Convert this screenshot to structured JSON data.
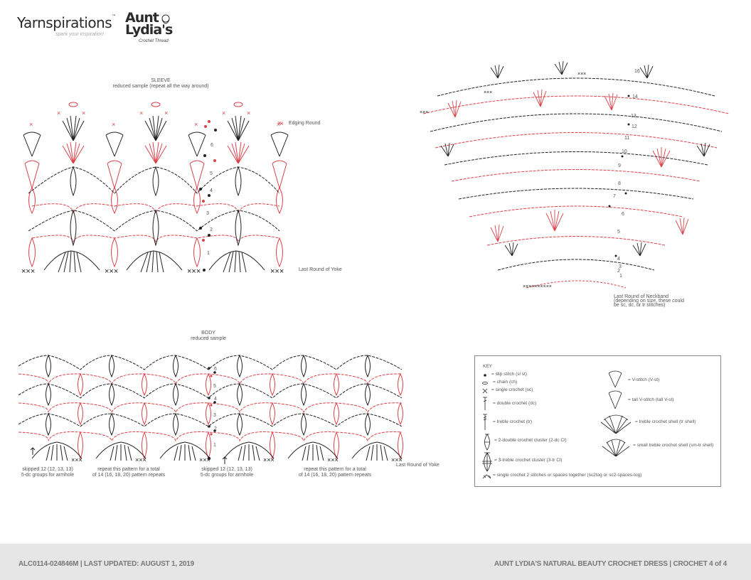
{
  "header": {
    "brand_yarnspirations": "Yarnspirations",
    "brand_tm": "™",
    "brand_tagline": "spark your inspiration!",
    "brand_aunt": "Aunt",
    "brand_lydias": "Lydia's",
    "brand_crochet_thread": "Crochet Thread"
  },
  "sleeve": {
    "title": "SLEEVE",
    "subtitle": "reduced sample (repeat all the way around)",
    "edging_label": "Edging Round",
    "last_round_label": "Last Round of Yoke",
    "round_numbers": [
      "1",
      "2",
      "3",
      "4",
      "5",
      "6"
    ]
  },
  "neckband": {
    "round_numbers": [
      "1",
      "2",
      "3",
      "4",
      "5",
      "6",
      "7",
      "8",
      "9",
      "10",
      "11",
      "12",
      "13",
      "14",
      "16"
    ],
    "label_line1": "Last Round of Neckband",
    "label_line2": "(depending on size, these could",
    "label_line3": "be sc, dc, or tr stitches)"
  },
  "body": {
    "title": "BODY",
    "subtitle": "reduced sample",
    "round_numbers": [
      "1",
      "2",
      "3",
      "4",
      "5",
      "6"
    ],
    "note_armhole_1_line1": "skipped 12 (12, 13, 13)",
    "note_armhole_1_line2": "5-dc groups for armhole",
    "note_repeat_1_line1": "repeat this pattern for a total",
    "note_repeat_1_line2": "of 14 (16, 18, 20) pattern repeats",
    "note_armhole_2_line1": "skipped 12 (12, 13, 13)",
    "note_armhole_2_line2": "5-dc groups for armhole",
    "note_repeat_2_line1": "repeat this pattern for a total",
    "note_repeat_2_line2": "of 14 (16, 18, 20) pattern repeats",
    "last_round_label": "Last Round of Yoke"
  },
  "key": {
    "title": "KEY",
    "items_left": [
      {
        "icon": "slip-stitch",
        "label": "= slip stitch (sl st)"
      },
      {
        "icon": "chain",
        "label": "= chain (ch)"
      },
      {
        "icon": "single-crochet",
        "label": "= single crochet (sc)"
      },
      {
        "icon": "double-crochet",
        "label": "= double crochet (dc)"
      },
      {
        "icon": "treble-crochet",
        "label": "= treble crochet (tr)"
      },
      {
        "icon": "2-dc-cluster",
        "label": "= 2-double crochet cluster (2-dc Cl)"
      },
      {
        "icon": "3-tr-cluster",
        "label": "= 3-treble crochet cluster (3-tr Cl)"
      },
      {
        "icon": "sc2tog",
        "label": "= single crochet 2 stitches or spaces together (sc2tog or sc2-spaces-tog)"
      }
    ],
    "items_right": [
      {
        "icon": "v-stitch",
        "label": "= V-stitch (V-st)"
      },
      {
        "icon": "tall-v-stitch",
        "label": "= tall V-stitch (tall V-st)"
      },
      {
        "icon": "tr-shell",
        "label": "= treble crochet shell (tr shell)"
      },
      {
        "icon": "sm-tr-shell",
        "label": "= small treble crochet shell (sm-tr shell)"
      }
    ]
  },
  "colors": {
    "red": "#d9434a",
    "black": "#222222",
    "footer_bg": "#e6e6e6",
    "footer_text": "#777777"
  },
  "footer": {
    "left": "ALC0114-024846M | LAST UPDATED: AUGUST 1, 2019",
    "right": "AUNT LYDIA'S NATURAL BEAUTY CROCHET DRESS | CROCHET 4 of 4"
  }
}
